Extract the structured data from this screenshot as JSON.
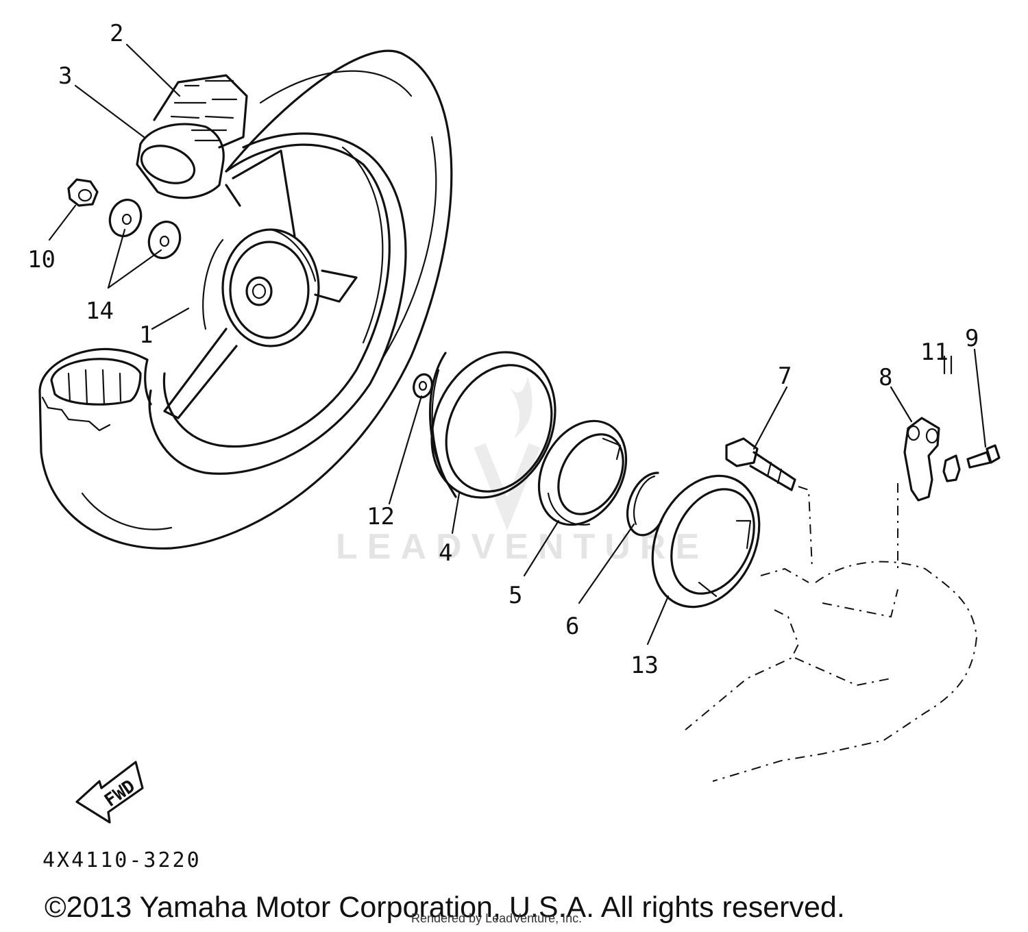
{
  "callouts": {
    "c1": "1",
    "c2": "2",
    "c3": "3",
    "c4": "4",
    "c5": "5",
    "c6": "6",
    "c7": "7",
    "c8": "8",
    "c9": "9",
    "c10": "10",
    "c11": "11",
    "c12": "12",
    "c13": "13",
    "c14": "14"
  },
  "fwd_arrow_label": "FWD",
  "part_code": "4X4110-3220",
  "copyright": "©2013 Yamaha Motor Corporation, U.S.A. All rights reserved.",
  "rendered_by": "Rendered by LeadVenture, Inc.",
  "watermark": "LEADVENTURE",
  "colors": {
    "line": "#111111",
    "background": "#ffffff",
    "watermark": "#e4e4e4"
  }
}
